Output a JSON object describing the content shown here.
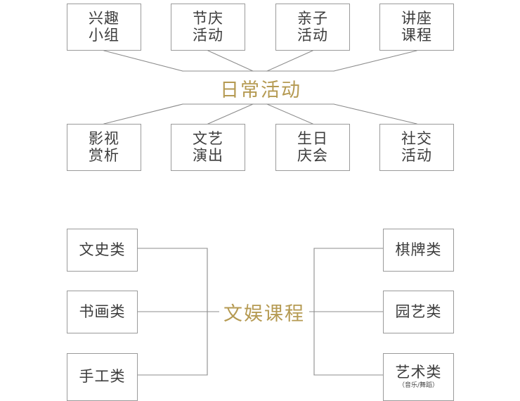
{
  "diagram": {
    "background_color": "#ffffff",
    "box_border_color": "#9a9a9a",
    "box_text_color": "#3c3c3c",
    "hub_text_color": "#b59a52",
    "connector_color": "#8c8c8c",
    "clusters": [
      {
        "id": "daily-activities",
        "hub_label": "日常活动",
        "layout": "fan",
        "top_nodes": [
          {
            "id": "interest-group",
            "line1": "兴趣",
            "line2": "小组"
          },
          {
            "id": "festival-event",
            "line1": "节庆",
            "line2": "活动"
          },
          {
            "id": "parent-child",
            "line1": "亲子",
            "line2": "活动"
          },
          {
            "id": "lecture-course",
            "line1": "讲座",
            "line2": "课程"
          }
        ],
        "bottom_nodes": [
          {
            "id": "film-appreciation",
            "line1": "影视",
            "line2": "赏析"
          },
          {
            "id": "arts-performance",
            "line1": "文艺",
            "line2": "演出"
          },
          {
            "id": "birthday-party",
            "line1": "生日",
            "line2": "庆会"
          },
          {
            "id": "social-activity",
            "line1": "社交",
            "line2": "活动"
          }
        ]
      },
      {
        "id": "entertainment-courses",
        "hub_label": "文娱课程",
        "layout": "bracket",
        "left_nodes": [
          {
            "id": "literature-history",
            "line1": "文史类",
            "sub": ""
          },
          {
            "id": "calligraphy-painting",
            "line1": "书画类",
            "sub": ""
          },
          {
            "id": "handicraft",
            "line1": "手工类",
            "sub": ""
          }
        ],
        "right_nodes": [
          {
            "id": "chess-cards",
            "line1": "棋牌类",
            "sub": ""
          },
          {
            "id": "gardening",
            "line1": "园艺类",
            "sub": ""
          },
          {
            "id": "art",
            "line1": "艺术类",
            "sub": "（音乐/舞蹈）"
          }
        ]
      }
    ]
  }
}
